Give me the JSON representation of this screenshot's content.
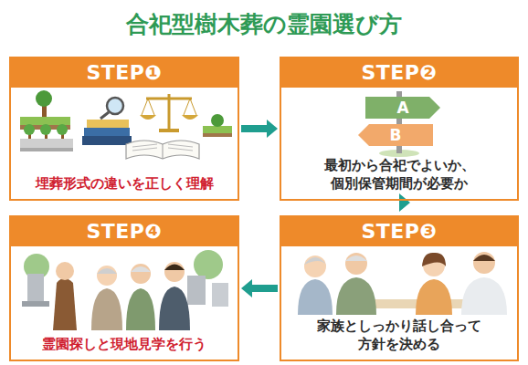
{
  "diagram": {
    "title": "合祀型樹木葬の霊園選び方",
    "nodes": [
      {
        "text": [
          "STEP❶",
          "埋葬形式の違いを正しく理解"
        ]
      },
      {
        "text": [
          "STEP❷",
          "最初から合祀でよいか、個別保管期間が必要か"
        ]
      },
      {
        "text": [
          "STEP❸",
          "家族としっかり話し合って方針を決める"
        ]
      },
      {
        "text": [
          "STEP❹",
          "霊園探しと現地見学を行う"
        ]
      }
    ],
    "edges": [
      {
        "from": 0,
        "to": 1,
        "arrow": "to"
      },
      {
        "from": 1,
        "to": 2,
        "arrow": "to"
      },
      {
        "from": 2,
        "to": 3,
        "arrow": "to"
      }
    ],
    "labels": [
      "A",
      "B"
    ]
  }
}
